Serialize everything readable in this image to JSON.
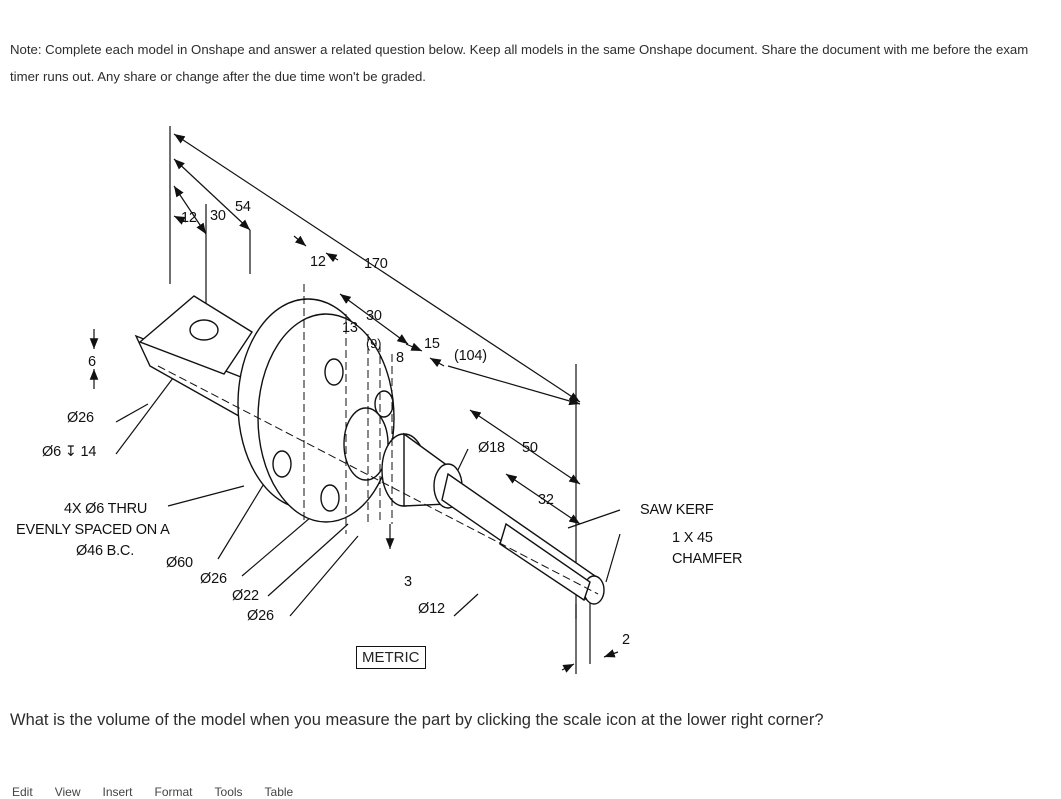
{
  "note_text": "Note: Complete each model in Onshape and answer a related question below. Keep all models in the same Onshape document. Share the document with me before the exam timer runs out. Any share or change after the due time won't be graded.",
  "question_text": "What is the volume of the model when you measure the part by clicking the scale icon at the lower right corner?",
  "drawing": {
    "dims": {
      "d12a": "12",
      "d30a": "30",
      "d54": "54",
      "d12b": "12",
      "d170": "170",
      "d30b": "30",
      "d13": "13",
      "d9": "(9)",
      "d8": "8",
      "d15": "15",
      "d104": "(104)",
      "d18": "Ø18",
      "d50": "50",
      "d32": "32",
      "d6": "6",
      "d2": "2",
      "d3": "3"
    },
    "labels": {
      "dia26_a": "Ø26",
      "hole": "Ø6 ↧ 14",
      "holes_1": "4X Ø6 THRU",
      "holes_2": "EVENLY SPACED ON A",
      "holes_3": "Ø46 B.C.",
      "dia60": "Ø60",
      "dia26_b": "Ø26",
      "dia22": "Ø22",
      "dia26_c": "Ø26",
      "dia12": "Ø12",
      "saw_kerf": "SAW KERF",
      "chamfer_1": "1 X 45",
      "chamfer_2": "CHAMFER",
      "metric": "METRIC"
    }
  },
  "menu": [
    "Edit",
    "View",
    "Insert",
    "Format",
    "Tools",
    "Table"
  ]
}
